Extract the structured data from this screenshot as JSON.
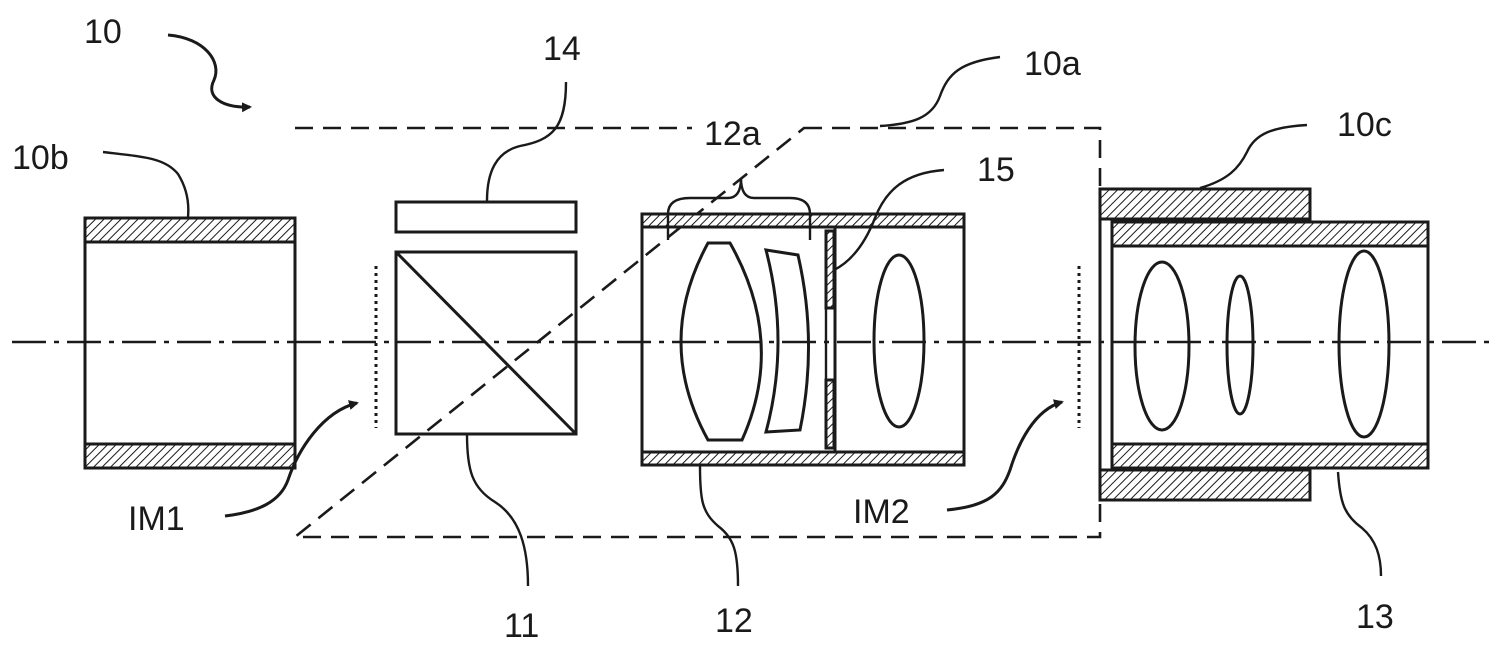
{
  "labels": {
    "device": "10",
    "module": "10a",
    "input_tube": "10b",
    "output_housing": "10c",
    "prism": "11",
    "lens_group": "12",
    "lens_subgroup": "12a",
    "relay_lens": "13",
    "plate": "14",
    "stop": "15",
    "image_1": "IM1",
    "image_2": "IM2"
  },
  "colors": {
    "ink": "#1a1a1a",
    "background": "#ffffff"
  }
}
